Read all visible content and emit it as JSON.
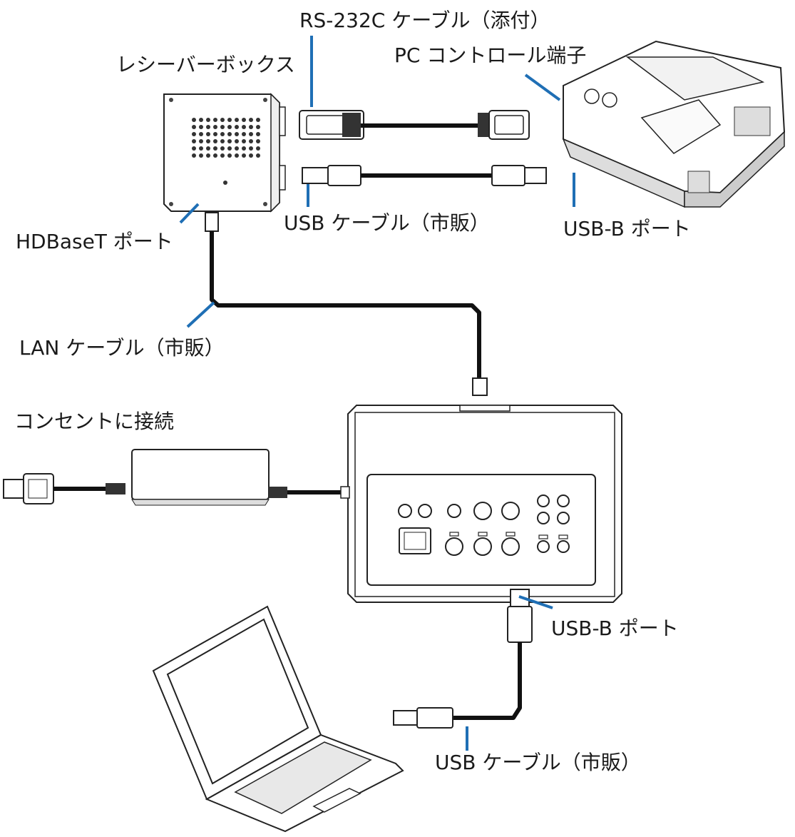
{
  "labels": {
    "receiver_box": "レシーバーボックス",
    "rs232c_cable": "RS-232C ケーブル（添付）",
    "pc_control_port": "PC コントロール端子",
    "usb_cable_top": "USB ケーブル（市販）",
    "usb_b_port_projector": "USB-B ポート",
    "hdbaset_port": "HDBaseT ポート",
    "lan_cable": "LAN ケーブル（市販）",
    "outlet": "コンセントに接続",
    "usb_b_port_transmitter": "USB-B ポート",
    "usb_cable_bottom": "USB ケーブル（市販）"
  },
  "colors": {
    "leader": "#1f6fb5",
    "cable": "#111111",
    "outline": "#222222"
  }
}
